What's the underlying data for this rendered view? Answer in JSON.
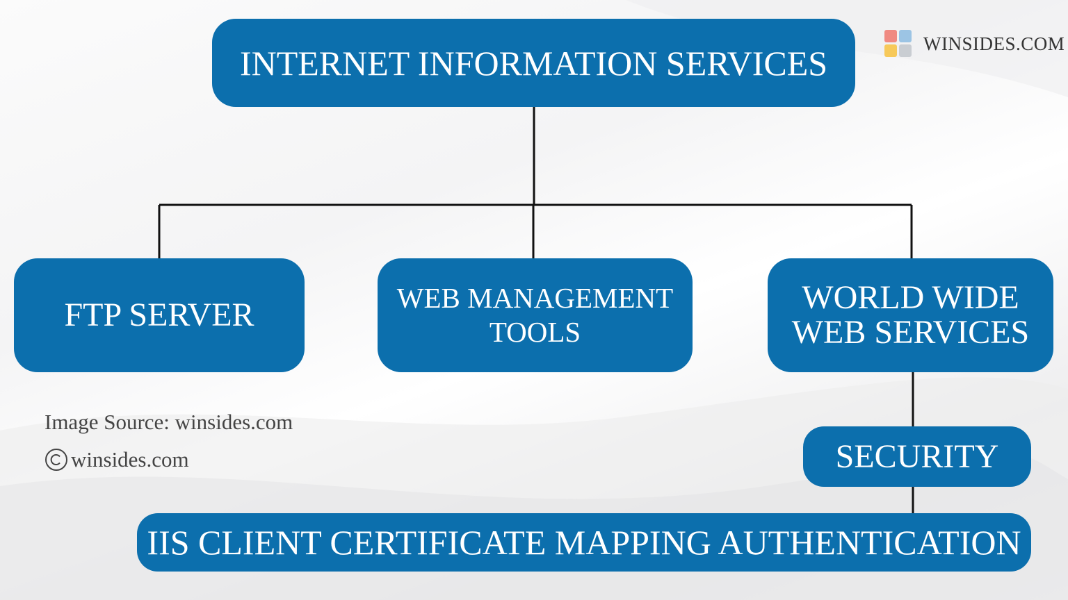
{
  "brand": {
    "name": "WINSIDES.COM",
    "accent": "#0c6fad",
    "logo_colors": [
      "#f08a82",
      "#9cc4e4",
      "#f7c95a",
      "#c9cdd2"
    ]
  },
  "diagram": {
    "root": {
      "label": "INTERNET INFORMATION SERVICES"
    },
    "children": [
      {
        "label": "FTP SERVER"
      },
      {
        "label": "WEB MANAGEMENT\nTOOLS"
      },
      {
        "label": "WORLD WIDE\nWEB SERVICES"
      }
    ],
    "security": {
      "label": "SECURITY"
    },
    "iis_auth": {
      "label": "IIS CLIENT CERTIFICATE MAPPING AUTHENTICATION"
    }
  },
  "credits": {
    "source": "Image Source: winsides.com",
    "copyright": "winsides.com"
  }
}
